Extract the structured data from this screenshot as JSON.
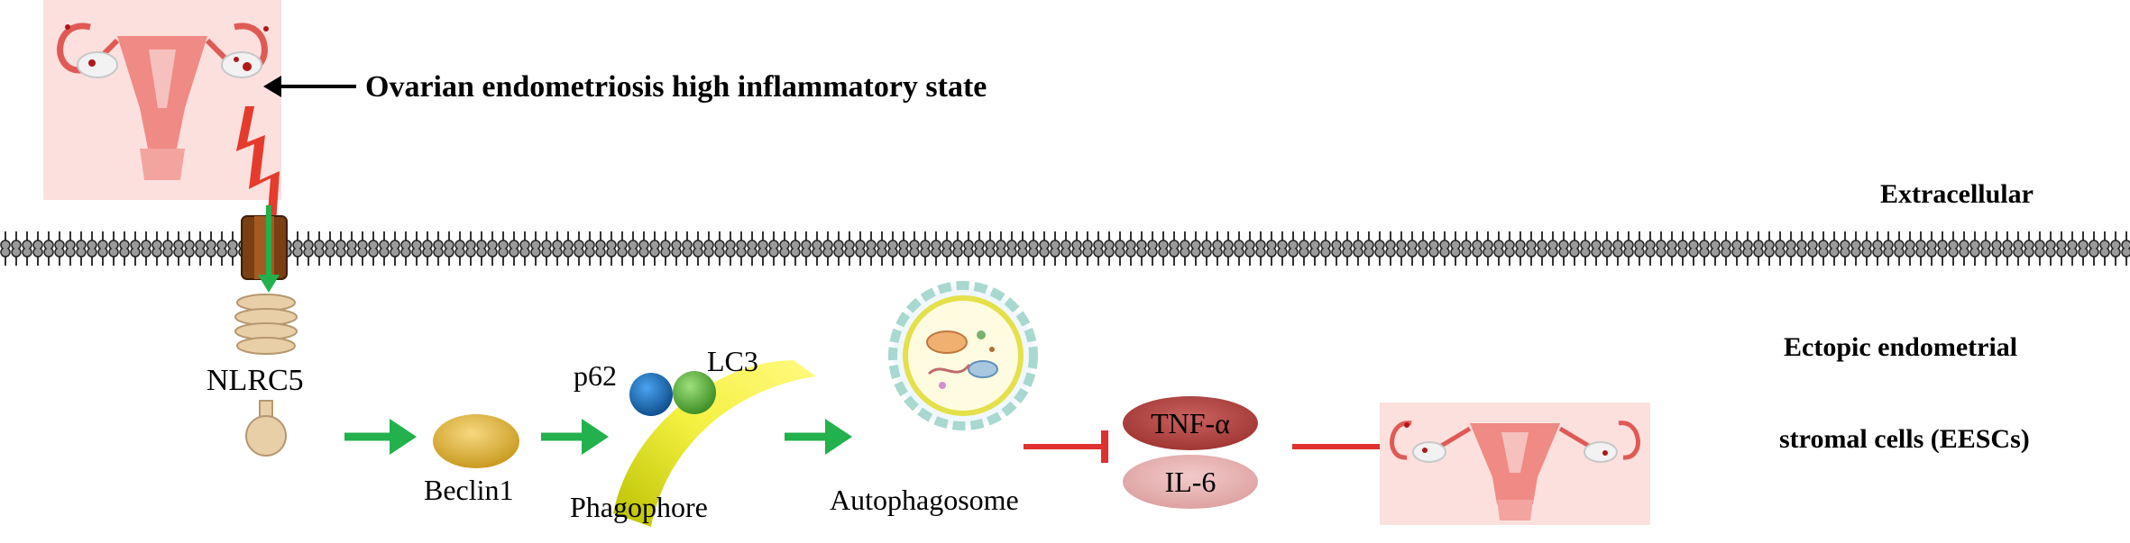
{
  "header": {
    "title": "Ovarian endometriosis high inflammatory state"
  },
  "regions": {
    "extracellular": "Extracellular",
    "cell_line1": "Ectopic endometrial",
    "cell_line2": "stromal cells (EESCs)"
  },
  "pathway": {
    "receptor": "NLRC5",
    "step1": "Beclin1",
    "p62": "p62",
    "lc3": "LC3",
    "phagophore": "Phagophore",
    "autophagosome": "Autophagosome",
    "cytokine1": "TNF-α",
    "cytokine2": "IL-6"
  },
  "colors": {
    "activation_arrow": "#22b14c",
    "inhibition_arrow": "#e03030",
    "signal_bolt": "#e53b2c",
    "tnf_oval": "#b94a48",
    "il6_oval": "#e8b5b5",
    "beclin": "#e0b040",
    "p62_ball": "#1f78c8",
    "lc3_ball": "#6bbf45",
    "phagophore_arc": "#e8e83a",
    "uterus": "#f08a84"
  }
}
